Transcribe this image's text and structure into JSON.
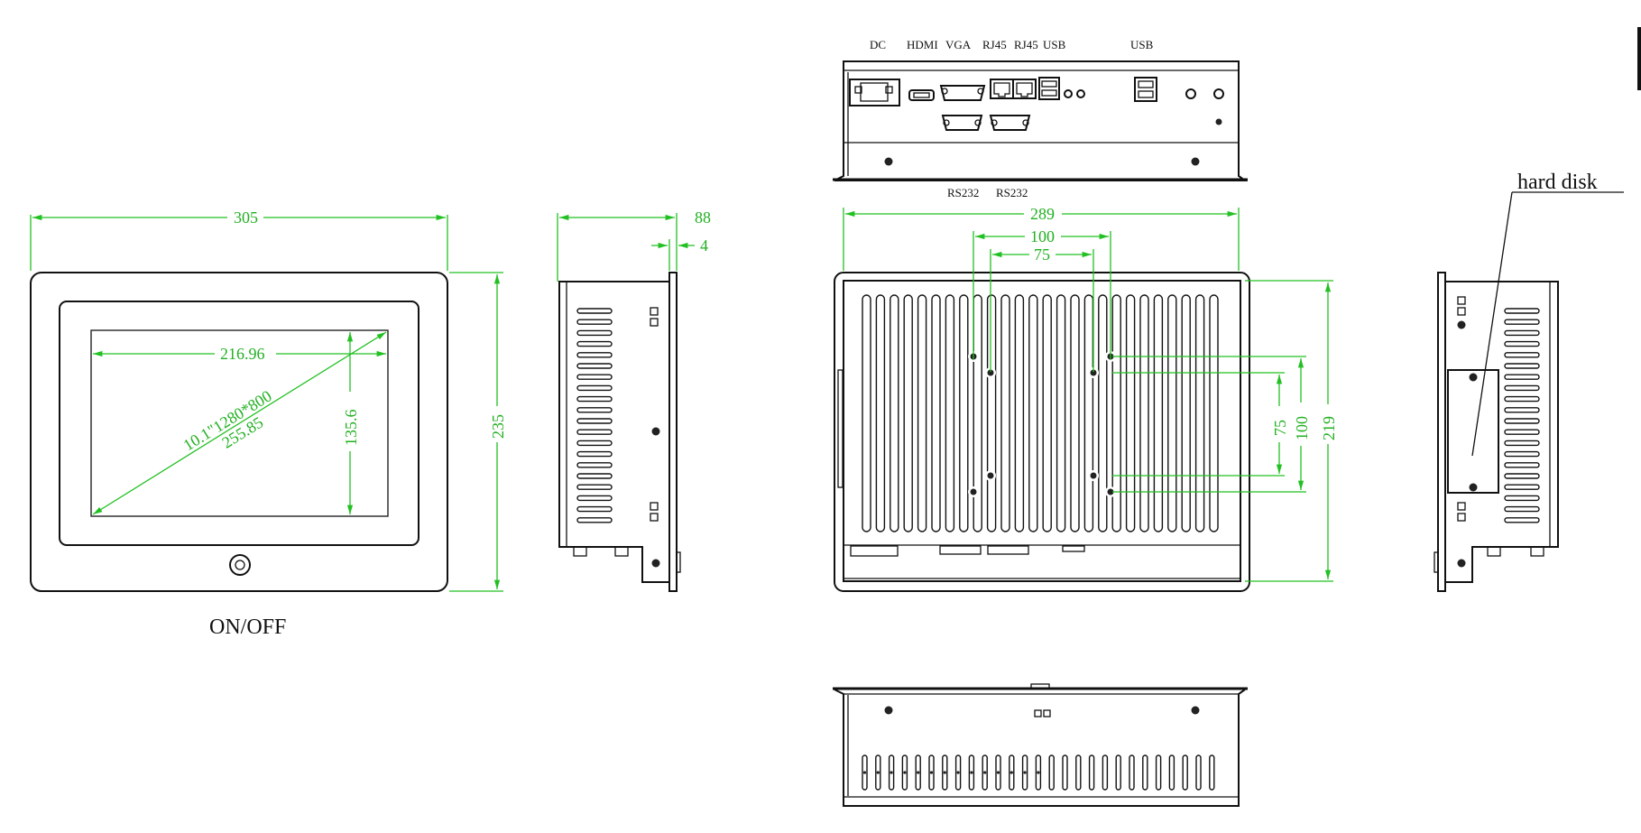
{
  "front_view": {
    "width_dim": "305",
    "height_dim": "235",
    "screen_width_dim": "216.96",
    "screen_height_dim": "135.6",
    "diag_size": "10.1\"1280*800",
    "diag_len": "255.85",
    "power_label": "ON/OFF"
  },
  "side_view": {
    "depth_dim": "88",
    "bezel_dim": "4"
  },
  "top_view": {
    "ports_top": [
      "DC",
      "HDMI",
      "VGA",
      "RJ45",
      "RJ45",
      "USB",
      "USB"
    ],
    "ports_bottom": [
      "RS232",
      "RS232"
    ]
  },
  "back_view": {
    "width_dim": "289",
    "vesa_100_h": "100",
    "vesa_75_h": "75",
    "vesa_75_v": "75",
    "vesa_100_v": "100",
    "height_dim": "219"
  },
  "right_view": {
    "hard_disk_label": "hard disk"
  }
}
